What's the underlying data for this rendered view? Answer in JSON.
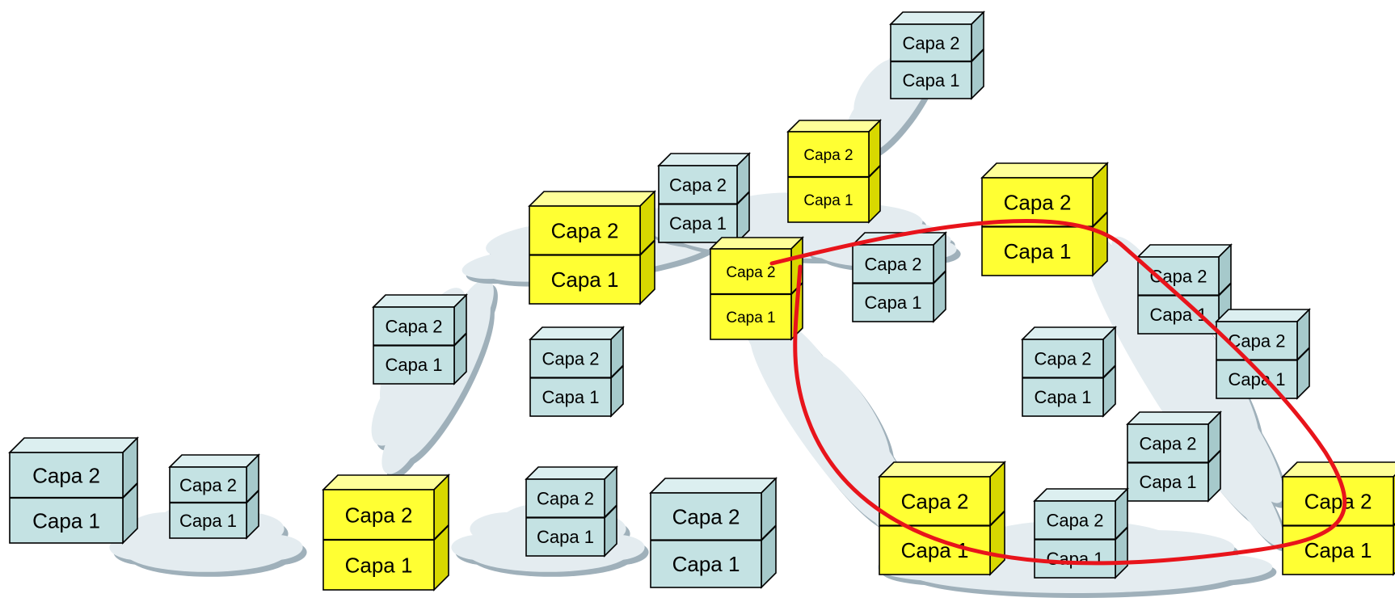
{
  "labels": {
    "layer2": "Capa 2",
    "layer1": "Capa 1"
  },
  "colors": {
    "cyan_face": "#C4E2E3",
    "cyan_top": "#DCEFF0",
    "cyan_side": "#A6C9CB",
    "yellow_face": "#FFFF33",
    "yellow_top": "#FFFF99",
    "yellow_side": "#D8D800",
    "cloud": "#E4ECF0",
    "cloud_shadow": "#9FB0BA",
    "route": "#E8141B",
    "outline": "#000000"
  },
  "nodes": [
    {
      "id": "n1",
      "color": "cyan"
    },
    {
      "id": "n2",
      "color": "cyan"
    },
    {
      "id": "n3",
      "color": "yellow"
    },
    {
      "id": "n4",
      "color": "cyan"
    },
    {
      "id": "n5",
      "color": "cyan"
    },
    {
      "id": "n6",
      "color": "yellow"
    },
    {
      "id": "n7",
      "color": "cyan"
    },
    {
      "id": "n8",
      "color": "cyan"
    },
    {
      "id": "n9",
      "color": "cyan"
    },
    {
      "id": "n10",
      "color": "yellow"
    },
    {
      "id": "n11",
      "color": "yellow"
    },
    {
      "id": "n12",
      "color": "cyan"
    },
    {
      "id": "n13",
      "color": "yellow"
    },
    {
      "id": "n14",
      "color": "cyan"
    },
    {
      "id": "n15",
      "color": "cyan"
    },
    {
      "id": "n16",
      "color": "cyan"
    },
    {
      "id": "n17",
      "color": "cyan"
    },
    {
      "id": "n18",
      "color": "yellow"
    },
    {
      "id": "n19",
      "color": "cyan"
    },
    {
      "id": "n20",
      "color": "cyan"
    },
    {
      "id": "n21",
      "color": "yellow"
    }
  ]
}
